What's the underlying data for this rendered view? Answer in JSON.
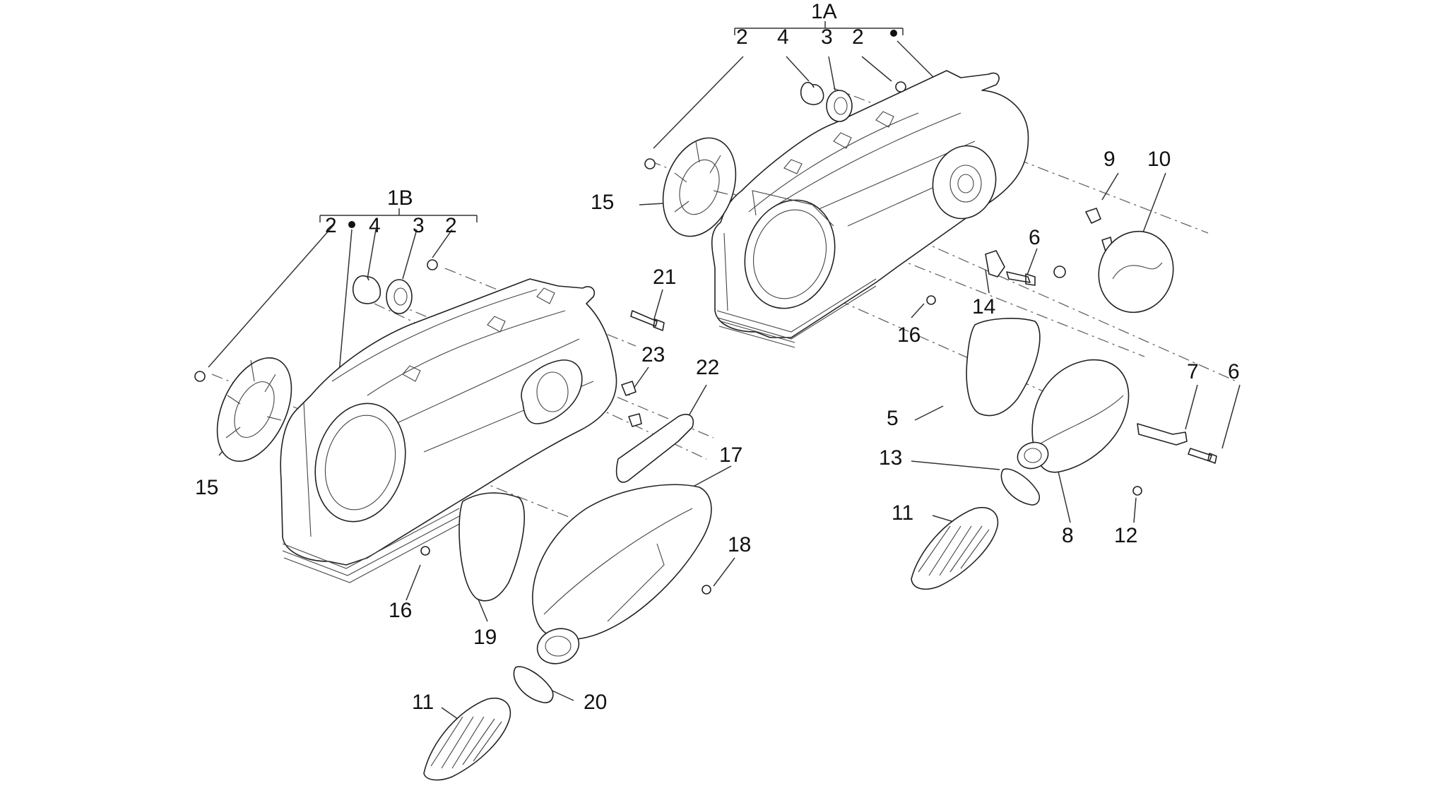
{
  "colors": {
    "line": "#222222",
    "background": "#ffffff"
  },
  "groups": {
    "g1a": "1A",
    "g1b": "1B"
  },
  "callouts": {
    "a_2_left": "2",
    "a_4": "4",
    "a_3": "3",
    "a_2_right": "2",
    "b_2_left": "2",
    "b_4": "4",
    "b_3": "3",
    "b_2_right": "2",
    "a_15": "15",
    "b_15": "15",
    "p9": "9",
    "p10": "10",
    "p6_top": "6",
    "p14": "14",
    "p16_right": "16",
    "p5": "5",
    "p7": "7",
    "p6_right": "6",
    "p13": "13",
    "p11_right": "11",
    "p8": "8",
    "p12": "12",
    "p21": "21",
    "p23": "23",
    "p22": "22",
    "p17": "17",
    "p18": "18",
    "p16_left": "16",
    "p19": "19",
    "p20": "20",
    "p11_left": "11"
  }
}
